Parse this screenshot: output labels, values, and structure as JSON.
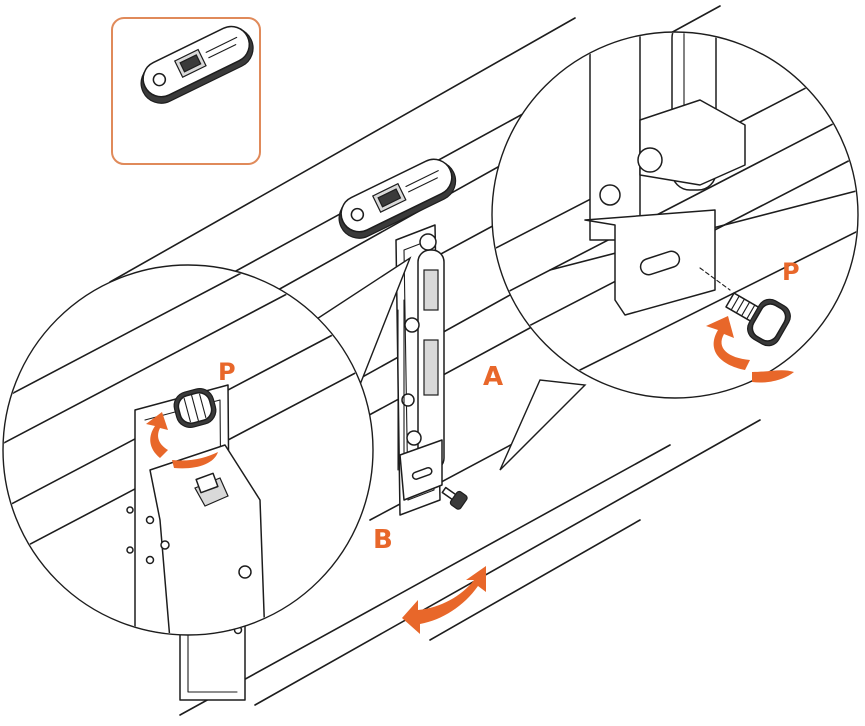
{
  "diagram": {
    "callouts": [
      {
        "id": "A",
        "text": "A"
      },
      {
        "id": "B",
        "text": "B"
      },
      {
        "id": "P-right",
        "text": "P"
      },
      {
        "id": "P-left",
        "text": "P"
      }
    ],
    "accent_color": "#e8672a",
    "line_color": "#1d1d1d",
    "inset_border_color": "#e08a5a",
    "icons": [
      "security-lock-icon",
      "thumbscrew-icon",
      "rotate-arrow-icon",
      "swing-arrow-icon"
    ]
  }
}
